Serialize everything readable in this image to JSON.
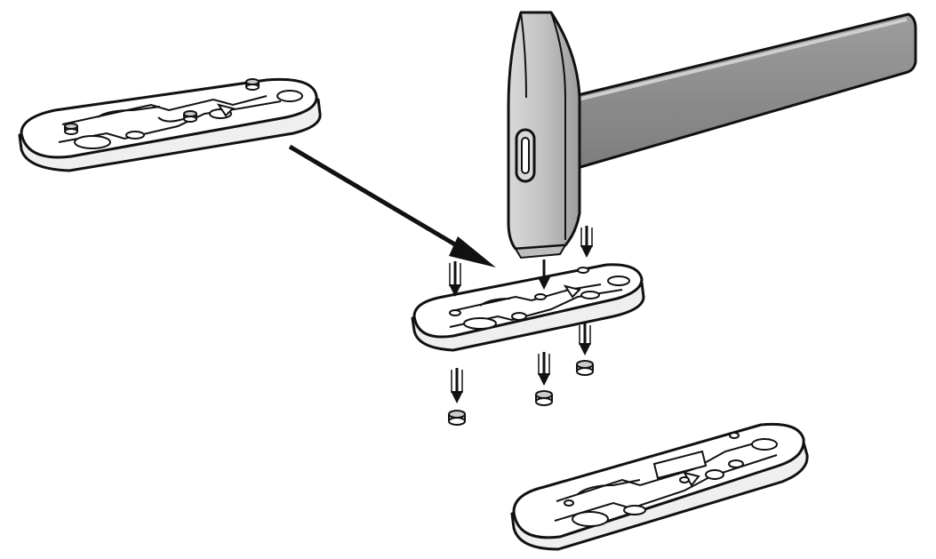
{
  "illustration": {
    "subject": "mounting-plate-assembly",
    "panels": [
      "plate-before-pins",
      "plate-being-pinned",
      "plate-after-pins"
    ],
    "tool": "hammer",
    "pin_count": 6
  },
  "colors": {
    "ink": "#111111",
    "plate_fill": "#ffffff",
    "plate_edge": "#e6e6e6",
    "hammer_head_light": "#d7d7d7",
    "hammer_head_mid": "#aaaaaa",
    "hammer_handle": "#8a8a8a",
    "hammer_handle_light": "#bdbdbd",
    "background": "#ffffff"
  }
}
